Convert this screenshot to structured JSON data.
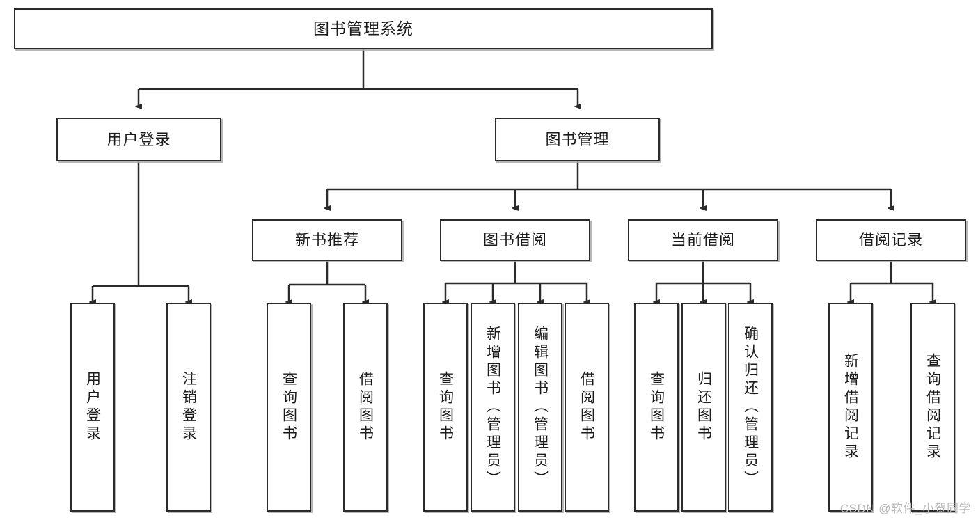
{
  "diagram": {
    "kind": "tree-hierarchy",
    "title": "图书管理系统",
    "watermark": "CSDN @软件_小贺同学",
    "colors": {
      "box_border": "#2b2b2b",
      "box_fill": "#ffffff",
      "edge": "#2b2b2b",
      "text": "#1b1b1b",
      "watermark": "#b9b9b9",
      "shadow": "#aaaaaa"
    },
    "nodes": {
      "root": {
        "label": "图书管理系统",
        "level": 0
      },
      "user_login": {
        "label": "用户登录",
        "level": 1
      },
      "book_manage": {
        "label": "图书管理",
        "level": 1
      },
      "new_book_rec": {
        "label": "新书推荐",
        "level": 2
      },
      "book_borrow": {
        "label": "图书借阅",
        "level": 2
      },
      "current_borrow": {
        "label": "当前借阅",
        "level": 2
      },
      "borrow_record": {
        "label": "借阅记录",
        "level": 2
      },
      "leaf_user_login": {
        "label": "用户登录",
        "level": 3
      },
      "leaf_logout": {
        "label": "注销登录",
        "level": 3
      },
      "leaf_query_book_1": {
        "label": "查询图书",
        "level": 3
      },
      "leaf_borrow_book_1": {
        "label": "借阅图书",
        "level": 3
      },
      "leaf_query_book_2": {
        "label": "查询图书",
        "level": 3
      },
      "leaf_add_book": {
        "label": "新增图书（管理员）",
        "level": 3
      },
      "leaf_edit_book": {
        "label": "编辑图书（管理员）",
        "level": 3
      },
      "leaf_borrow_book_2": {
        "label": "借阅图书",
        "level": 3
      },
      "leaf_query_book_3": {
        "label": "查询图书",
        "level": 3
      },
      "leaf_return_book": {
        "label": "归还图书",
        "level": 3
      },
      "leaf_confirm_return": {
        "label": "确认归还（管理员）",
        "level": 3
      },
      "leaf_add_record": {
        "label": "新增借阅记录",
        "level": 3
      },
      "leaf_query_record": {
        "label": "查询借阅记录",
        "level": 3
      }
    },
    "edges": [
      {
        "from": "root",
        "to": "user_login"
      },
      {
        "from": "root",
        "to": "book_manage"
      },
      {
        "from": "user_login",
        "to": "leaf_user_login"
      },
      {
        "from": "user_login",
        "to": "leaf_logout"
      },
      {
        "from": "book_manage",
        "to": "new_book_rec"
      },
      {
        "from": "book_manage",
        "to": "book_borrow"
      },
      {
        "from": "book_manage",
        "to": "current_borrow"
      },
      {
        "from": "book_manage",
        "to": "borrow_record"
      },
      {
        "from": "new_book_rec",
        "to": "leaf_query_book_1"
      },
      {
        "from": "new_book_rec",
        "to": "leaf_borrow_book_1"
      },
      {
        "from": "book_borrow",
        "to": "leaf_query_book_2"
      },
      {
        "from": "book_borrow",
        "to": "leaf_add_book"
      },
      {
        "from": "book_borrow",
        "to": "leaf_edit_book"
      },
      {
        "from": "book_borrow",
        "to": "leaf_borrow_book_2"
      },
      {
        "from": "current_borrow",
        "to": "leaf_query_book_3"
      },
      {
        "from": "current_borrow",
        "to": "leaf_return_book"
      },
      {
        "from": "current_borrow",
        "to": "leaf_confirm_return"
      },
      {
        "from": "borrow_record",
        "to": "leaf_add_record"
      },
      {
        "from": "borrow_record",
        "to": "leaf_query_record"
      }
    ]
  }
}
